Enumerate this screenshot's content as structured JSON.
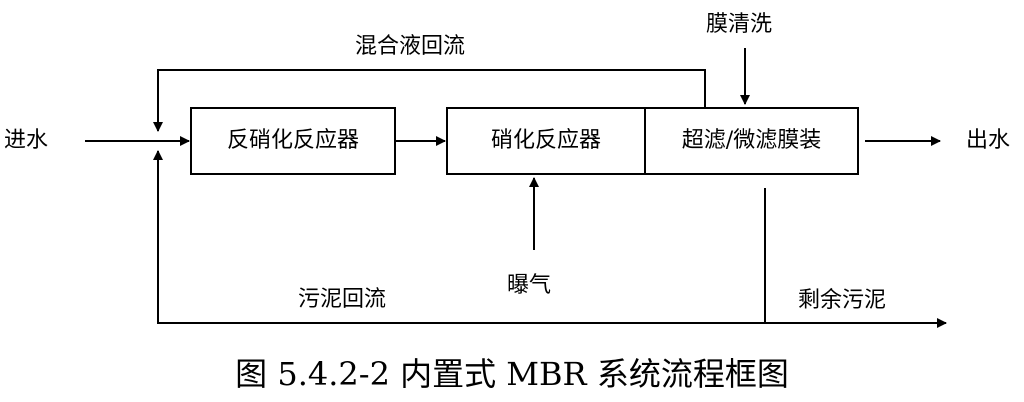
{
  "labels": {
    "inlet_water": "进水",
    "outlet_water": "出水",
    "mixed_liquor_return": "混合液回流",
    "membrane_cleaning": "膜清洗",
    "aeration": "曝气",
    "sludge_return": "污泥回流",
    "excess_sludge": "剩余污泥"
  },
  "boxes": {
    "denitrification_reactor": "反硝化反应器",
    "nitrification_reactor": "硝化反应器",
    "membrane_unit": "超滤/微滤膜装"
  },
  "caption": "图 5.4.2-2 内置式 MBR 系统流程框图"
}
